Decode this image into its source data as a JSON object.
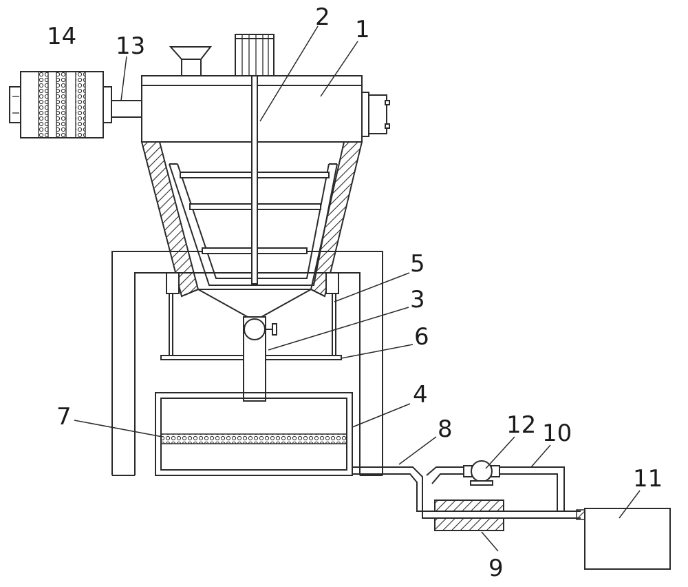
{
  "labels": {
    "l1": "1",
    "l2": "2",
    "l3": "3",
    "l4": "4",
    "l5": "5",
    "l6": "6",
    "l7": "7",
    "l8": "8",
    "l9": "9",
    "l10": "10",
    "l11": "11",
    "l12": "12",
    "l13": "13",
    "l14": "14"
  },
  "colors": {
    "line": "#2a2a2a",
    "background": "#ffffff"
  }
}
